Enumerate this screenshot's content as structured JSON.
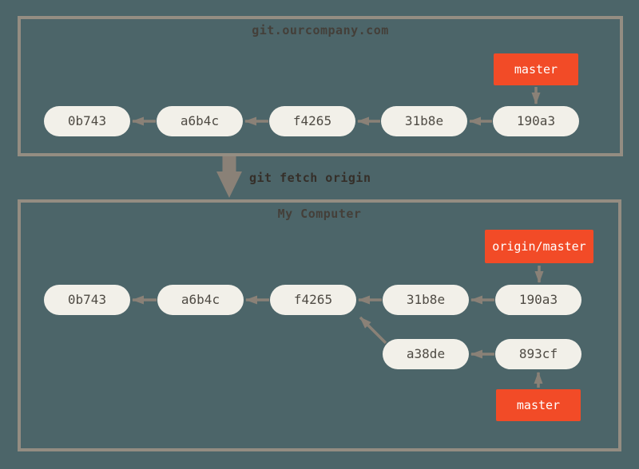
{
  "diagram_title": "git fetch origin",
  "colors": {
    "background": "#4c6569",
    "box_border": "#948d82",
    "commit_fill": "#f2f0e9",
    "commit_text": "#4f4b44",
    "branch_fill": "#f24b27",
    "branch_text": "#ffffff",
    "arrow": "#8a8177",
    "title_text": "#443f39",
    "command_text": "#352f29"
  },
  "remote": {
    "title": "git.ourcompany.com",
    "commits": [
      {
        "id": "0b743"
      },
      {
        "id": "a6b4c"
      },
      {
        "id": "f4265"
      },
      {
        "id": "31b8e"
      },
      {
        "id": "190a3"
      }
    ],
    "edges": [
      {
        "from": "a6b4c",
        "to": "0b743"
      },
      {
        "from": "f4265",
        "to": "a6b4c"
      },
      {
        "from": "31b8e",
        "to": "f4265"
      },
      {
        "from": "190a3",
        "to": "31b8e"
      }
    ],
    "branch": {
      "label": "master",
      "points_to": "190a3"
    }
  },
  "transition": {
    "command": "git fetch origin",
    "arrow_icon": "thick-down-arrow"
  },
  "local": {
    "title": "My Computer",
    "commits": [
      {
        "id": "0b743"
      },
      {
        "id": "a6b4c"
      },
      {
        "id": "f4265"
      },
      {
        "id": "31b8e"
      },
      {
        "id": "190a3"
      },
      {
        "id": "a38de"
      },
      {
        "id": "893cf"
      }
    ],
    "edges": [
      {
        "from": "a6b4c",
        "to": "0b743"
      },
      {
        "from": "f4265",
        "to": "a6b4c"
      },
      {
        "from": "31b8e",
        "to": "f4265"
      },
      {
        "from": "190a3",
        "to": "31b8e"
      },
      {
        "from": "893cf",
        "to": "a38de"
      },
      {
        "from": "a38de",
        "to": "f4265"
      }
    ],
    "branches": [
      {
        "label": "origin/master",
        "points_to": "190a3"
      },
      {
        "label": "master",
        "points_to": "893cf"
      }
    ]
  }
}
